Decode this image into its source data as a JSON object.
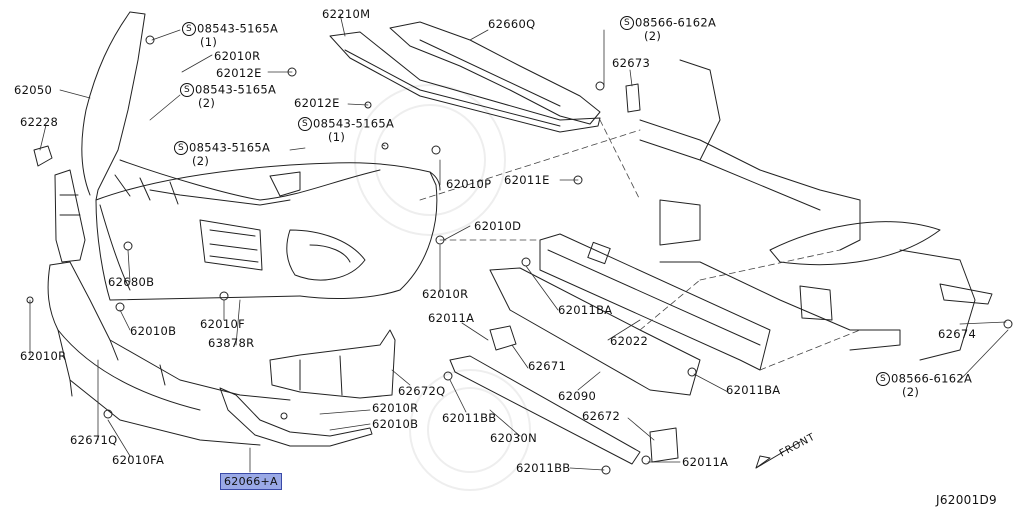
{
  "diagram_code": "J62001D9",
  "front_label": "FRONT",
  "screw_mark": "S",
  "labels": [
    {
      "id": "p08543_1",
      "text": "08543-5165A",
      "qty": "(1)",
      "screw": true
    },
    {
      "id": "p62010R_a",
      "text": "62010R"
    },
    {
      "id": "p62012E_a",
      "text": "62012E"
    },
    {
      "id": "p62050",
      "text": "62050"
    },
    {
      "id": "p08543_2",
      "text": "08543-5165A",
      "qty": "(2)",
      "screw": true
    },
    {
      "id": "p62228",
      "text": "62228"
    },
    {
      "id": "p08543_3",
      "text": "08543-5165A",
      "qty": "(2)",
      "screw": true
    },
    {
      "id": "p62210M",
      "text": "62210M"
    },
    {
      "id": "p62660Q",
      "text": "62660Q"
    },
    {
      "id": "p62012E_b",
      "text": "62012E"
    },
    {
      "id": "p08543_4",
      "text": "08543-5165A",
      "qty": "(1)",
      "screw": true
    },
    {
      "id": "p08566_a",
      "text": "08566-6162A",
      "qty": "(2)",
      "screw": true
    },
    {
      "id": "p62673",
      "text": "62673"
    },
    {
      "id": "p62010P",
      "text": "62010P"
    },
    {
      "id": "p62011E",
      "text": "62011E"
    },
    {
      "id": "p62010D",
      "text": "62010D"
    },
    {
      "id": "p62680B",
      "text": "62680B"
    },
    {
      "id": "p62010R_b",
      "text": "62010R"
    },
    {
      "id": "p62010B_a",
      "text": "62010B"
    },
    {
      "id": "p62010F",
      "text": "62010F"
    },
    {
      "id": "p62010R_c",
      "text": "62010R"
    },
    {
      "id": "p63878R",
      "text": "63878R"
    },
    {
      "id": "p62011BA_a",
      "text": "62011BA"
    },
    {
      "id": "p62011A_a",
      "text": "62011A"
    },
    {
      "id": "p62022",
      "text": "62022"
    },
    {
      "id": "p62671",
      "text": "62671"
    },
    {
      "id": "p62672Q",
      "text": "62672Q"
    },
    {
      "id": "p62090",
      "text": "62090"
    },
    {
      "id": "p62011BA_b",
      "text": "62011BA"
    },
    {
      "id": "p62674",
      "text": "62674"
    },
    {
      "id": "p08566_b",
      "text": "08566-6162A",
      "qty": "(2)",
      "screw": true
    },
    {
      "id": "p62010R_d",
      "text": "62010R"
    },
    {
      "id": "p62010B_b",
      "text": "62010B"
    },
    {
      "id": "p62671Q",
      "text": "62671Q"
    },
    {
      "id": "p62011BB_a",
      "text": "62011BB"
    },
    {
      "id": "p62030N",
      "text": "62030N"
    },
    {
      "id": "p62672",
      "text": "62672"
    },
    {
      "id": "p62010FA",
      "text": "62010FA"
    },
    {
      "id": "p62011BB_b",
      "text": "62011BB"
    },
    {
      "id": "p62011A_b",
      "text": "62011A"
    },
    {
      "id": "p62066A",
      "text": "62066+A",
      "highlight": true
    }
  ]
}
